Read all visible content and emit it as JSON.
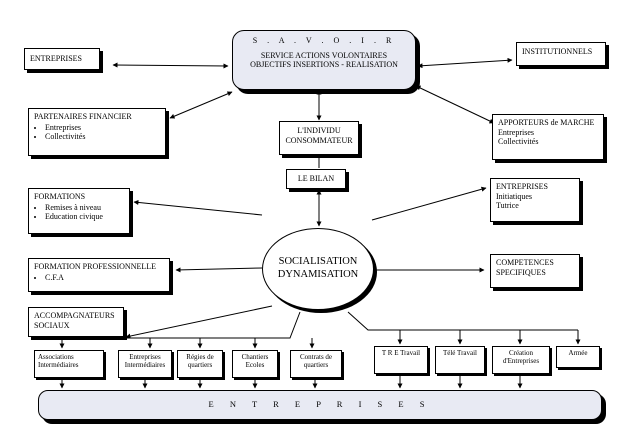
{
  "savoir": {
    "title": "S . A . V . O . I . R",
    "line1": "SERVICE ACTIONS VOLONTAIRES",
    "line2": "OBJECTIFS INSERTIONS  - REALISATION"
  },
  "entreprises_top": "ENTREPRISES",
  "institutionnels": "INSTITUTIONNELS",
  "partenaires": {
    "title": "PARTENAIRES FINANCIER",
    "items": [
      "Entreprises",
      "Collectivités"
    ]
  },
  "individu": "L'INDIVIDU CONSOMMATEUR",
  "bilan": "LE BILAN",
  "apporteurs": {
    "title": "APPORTEURS de MARCHE",
    "items": [
      "Entreprises",
      "Collectivités"
    ]
  },
  "formations": {
    "title": "FORMATIONS",
    "items": [
      "Remises à niveau",
      "Education civique"
    ]
  },
  "entreprises_right": {
    "title": "ENTREPRISES",
    "items": [
      "Initiatiques",
      "Tutrice"
    ]
  },
  "socialisation": {
    "line1": "SOCIALISATION",
    "line2": "DYNAMISATION"
  },
  "formation_pro": {
    "title": "FORMATION PROFESSIONNELLE",
    "items": [
      "C.F.A"
    ]
  },
  "competences": "COMPETENCES SPECIFIQUES",
  "accompagnateurs": "ACCOMPAGNATEURS SOCIAUX",
  "bottom_boxes": {
    "associations": "Associations Intermédiaires",
    "entreprises_inter": "Entreprises Intermédiaires",
    "regies": "Régies de quartiers",
    "chantiers": "Chantiers Ecoles",
    "contrats": "Contrats de quartiers",
    "tre": "T R E Travail",
    "tele": "Télé Travail",
    "creation": "Création d'Entreprises",
    "armee": "Armée"
  },
  "banner": "E N T R E P R I S E S"
}
